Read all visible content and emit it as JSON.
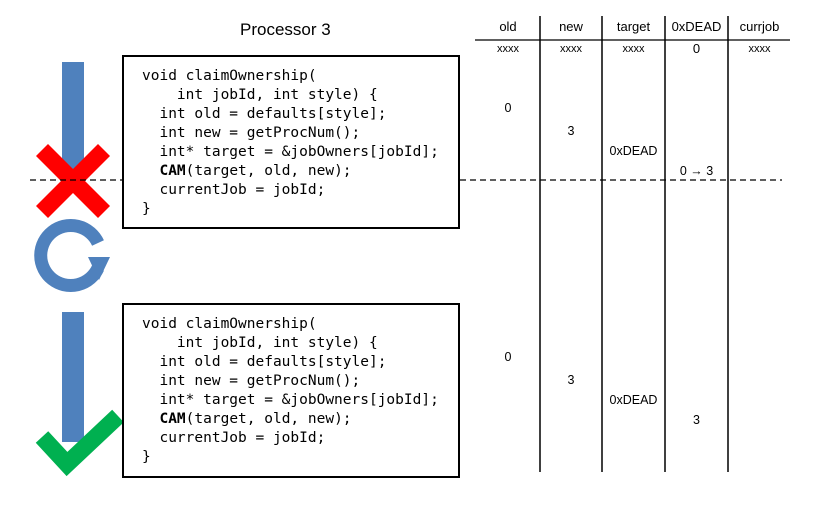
{
  "title": "Processor 3",
  "table": {
    "headers": [
      "old",
      "new",
      "target",
      "0xDEAD",
      "currjob"
    ],
    "initial": [
      "xxxx",
      "xxxx",
      "xxxx",
      "0",
      "xxxx"
    ]
  },
  "code": {
    "lines": [
      "void claimOwnership(",
      "    int jobId, int style) {",
      "  int old = defaults[style];",
      "  int new = getProcNum();",
      "  int* target = &jobOwners[jobId];",
      "  CAM(target, old, new);",
      "  currentJob = jobId;",
      "}"
    ],
    "cam_keyword": "CAM",
    "cam_rest": "(target, old, new);"
  },
  "top_values": {
    "old": "0",
    "new": "3",
    "target": "0xDEAD",
    "dead": "0 → 3"
  },
  "bottom_values": {
    "old": "0",
    "new": "3",
    "target": "0xDEAD",
    "dead": "3"
  },
  "colors": {
    "arrow": "#4f81bd",
    "cross": "#ff0000",
    "check": "#00b050"
  },
  "icons": [
    "down-arrow-icon",
    "red-x-icon",
    "retry-cycle-icon",
    "green-check-icon"
  ]
}
